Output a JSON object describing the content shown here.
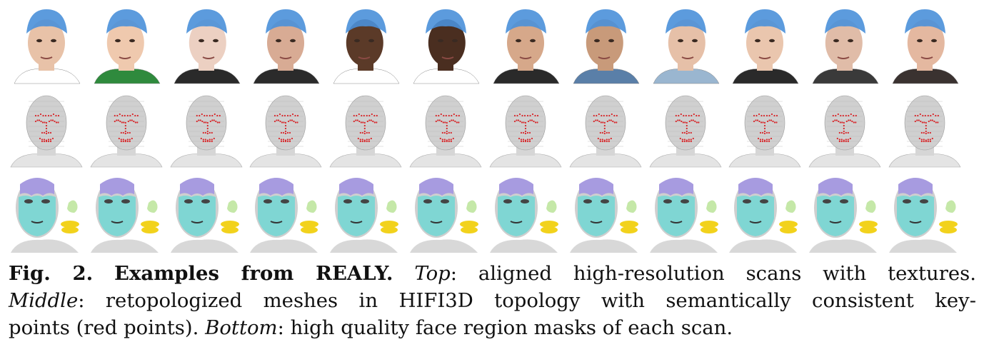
{
  "figure": {
    "rows": [
      {
        "name": "top",
        "content": "textured scan"
      },
      {
        "name": "middle",
        "content": "retopologized mesh with keypoints"
      },
      {
        "name": "bottom",
        "content": "face region masks"
      }
    ],
    "subjects": [
      {
        "skin": "#e8c2a8",
        "shirt": "#ffffff",
        "hair": "#7a5a40"
      },
      {
        "skin": "#efc9ae",
        "shirt": "#2f8a3d",
        "hair": "#9c7650"
      },
      {
        "skin": "#ecd0c2",
        "shirt": "#2a2a2a",
        "hair": "#d8c090"
      },
      {
        "skin": "#d8ab94",
        "shirt": "#2b2b2b",
        "hair": "#3a2a20"
      },
      {
        "skin": "#5b3a28",
        "shirt": "#ffffff",
        "hair": "#1a120c"
      },
      {
        "skin": "#4a2e20",
        "shirt": "#ffffff",
        "hair": "#140e0a"
      },
      {
        "skin": "#d6a88a",
        "shirt": "#2a2a2a",
        "hair": "#1b1410"
      },
      {
        "skin": "#c89a7a",
        "shirt": "#5a7fa8",
        "hair": "#1b1410"
      },
      {
        "skin": "#e6c0a8",
        "shirt": "#9ab6d0",
        "hair": "#7a5a40"
      },
      {
        "skin": "#eac6ae",
        "shirt": "#2a2a2a",
        "hair": "#6a4a30"
      },
      {
        "skin": "#e0bca8",
        "shirt": "#3a3a3a",
        "hair": "#cfcfcf"
      },
      {
        "skin": "#e4b8a0",
        "shirt": "#3a3230",
        "hair": "#d8d8d8"
      }
    ],
    "colors": {
      "cap": "#4a90d9",
      "mesh": "#d0d0d0",
      "keypoint": "#d8262a",
      "mask_forehead": "#a79be0",
      "mask_face": "#7fd6d3",
      "mask_nose": "#c5e8a8",
      "mask_lips": "#f2d21c"
    }
  },
  "caption": {
    "fig_label": "Fig. 2.",
    "title": "Examples from REALY",
    "top_label": "Top",
    "top_text": ": aligned high-resolution scans with textures.",
    "middle_label": "Middle",
    "middle_text_1": ": retopologized meshes in HIFI3D topology with semantically consistent key-",
    "middle_text_2": "points (red points).",
    "bottom_label": "Bottom",
    "bottom_text": ": high quality face region masks of each scan."
  }
}
